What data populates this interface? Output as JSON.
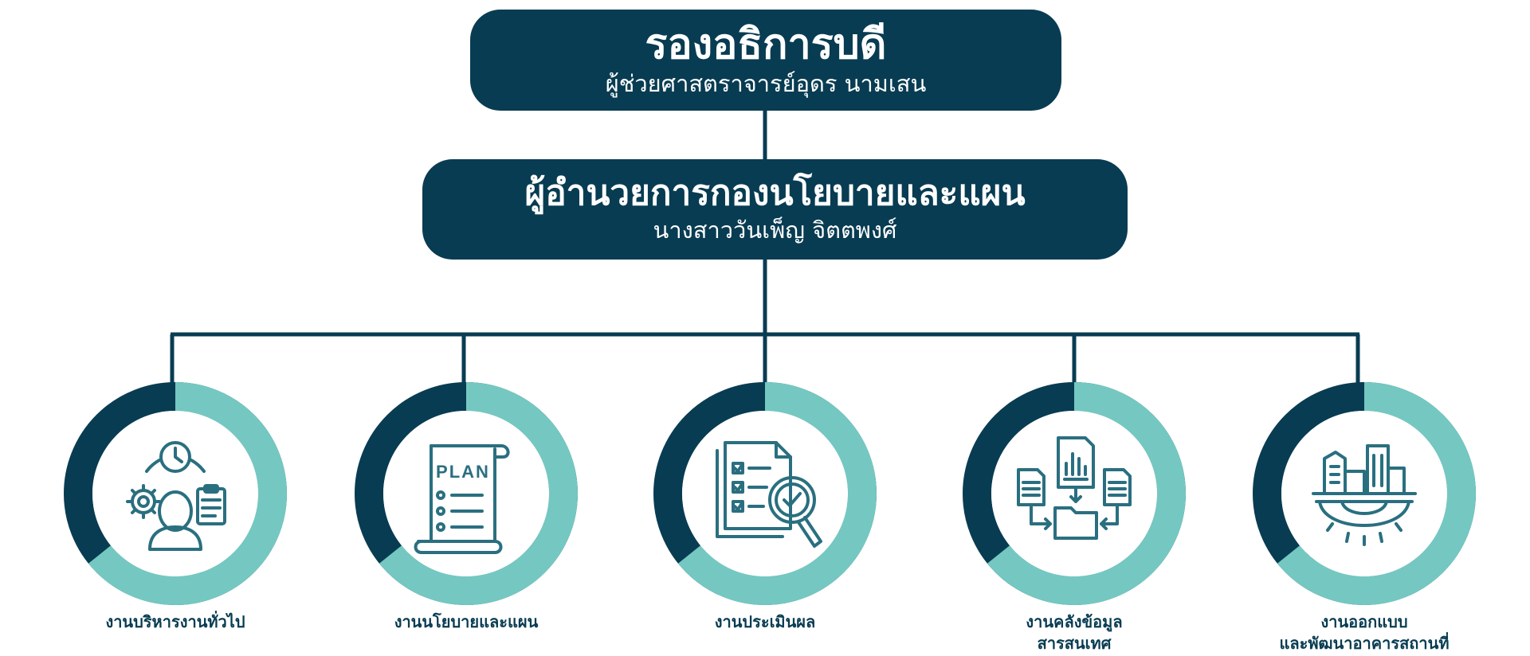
{
  "top_box": {
    "title": "รองอธิการบดี",
    "subtitle": "ผู้ช่วยศาสตราจารย์อุดร นามเสน"
  },
  "middle_box": {
    "title": "ผู้อำนวยการกองนโยบายและแผน",
    "subtitle": "นางสาววันเพ็ญ จิตตพงศ์"
  },
  "units": [
    {
      "label_lines": [
        "งานบริหารงานทั่วไป"
      ],
      "icon": "admin-person-gear-clock-clipboard-icon"
    },
    {
      "label_lines": [
        "งานนโยบายและแผน"
      ],
      "icon": "plan-scroll-icon",
      "icon_text": "PLAN"
    },
    {
      "label_lines": [
        "งานประเมินผล"
      ],
      "icon": "evaluation-checklist-magnifier-icon"
    },
    {
      "label_lines": [
        "งานคลังข้อมูล",
        "สารสนเทศ"
      ],
      "icon": "data-warehouse-documents-folder-icon"
    },
    {
      "label_lines": [
        "งานออกแบบ",
        "และพัฒนาอาคารสถานที่"
      ],
      "icon": "building-gear-icon"
    }
  ],
  "colors": {
    "dark": "#083c52",
    "teal": "#74c8c1",
    "background": "#ffffff"
  }
}
